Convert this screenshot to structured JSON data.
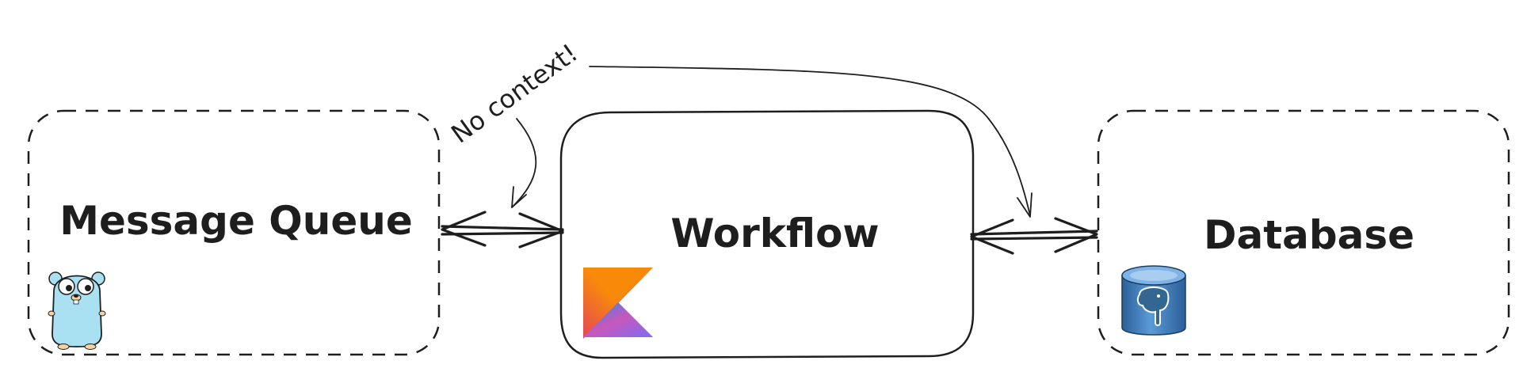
{
  "nodes": {
    "message_queue": {
      "label": "Message Queue"
    },
    "workflow": {
      "label": "Workflow"
    },
    "database": {
      "label": "Database"
    }
  },
  "annotations": {
    "no_context": {
      "label": "No context!"
    }
  },
  "icons": {
    "message_queue": "go-gopher-icon",
    "workflow": "kotlin-logo-icon",
    "database": "postgresql-logo-icon"
  },
  "colors": {
    "ink": "#1e1e1e",
    "gopher_body": "#a9e1f2",
    "kotlin_orange": "#f88909",
    "kotlin_purple": "#7f6cf1",
    "kotlin_blue": "#1f8ee6",
    "postgres_blue": "#336791",
    "db_cylinder": "#3d7fc1"
  }
}
